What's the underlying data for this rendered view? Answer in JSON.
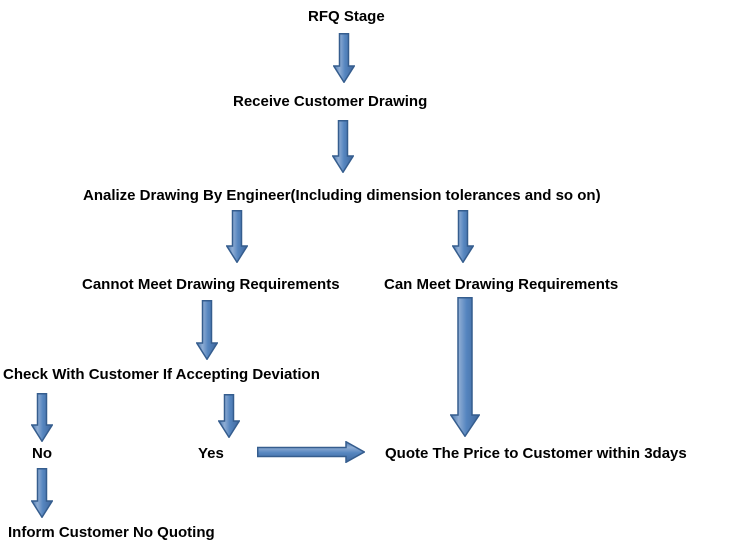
{
  "flowchart": {
    "title_hint": "RFQ process flowchart",
    "nodes": {
      "rfq_stage": "RFQ Stage",
      "receive_drawing": "Receive Customer Drawing",
      "analyze_drawing": "Analize Drawing By Engineer(Including dimension tolerances and so on)",
      "cannot_meet": "Cannot Meet Drawing Requirements",
      "can_meet": "Can Meet Drawing Requirements",
      "check_deviation": "Check With Customer If Accepting Deviation",
      "no_label": "No",
      "yes_label": "Yes",
      "quote_price": "Quote The Price to Customer within 3days",
      "inform_no_quoting": "Inform Customer No Quoting"
    },
    "connectors": [
      {
        "from": "rfq_stage",
        "to": "receive_drawing",
        "direction": "down"
      },
      {
        "from": "receive_drawing",
        "to": "analyze_drawing",
        "direction": "down"
      },
      {
        "from": "analyze_drawing",
        "to": "cannot_meet",
        "direction": "down"
      },
      {
        "from": "analyze_drawing",
        "to": "can_meet",
        "direction": "down"
      },
      {
        "from": "cannot_meet",
        "to": "check_deviation",
        "direction": "down"
      },
      {
        "from": "can_meet",
        "to": "quote_price",
        "direction": "down"
      },
      {
        "from": "check_deviation",
        "to": "no_label",
        "direction": "down"
      },
      {
        "from": "check_deviation",
        "to": "yes_label",
        "direction": "down"
      },
      {
        "from": "yes_label",
        "to": "quote_price",
        "direction": "right"
      },
      {
        "from": "no_label",
        "to": "inform_no_quoting",
        "direction": "down"
      }
    ],
    "colors": {
      "background": "#ffffff",
      "text": "#000000",
      "arrow_fill": "#4f81bd",
      "arrow_highlight": "#8fadd4",
      "arrow_shade": "#3f669b",
      "arrow_border": "#355d8e"
    }
  }
}
